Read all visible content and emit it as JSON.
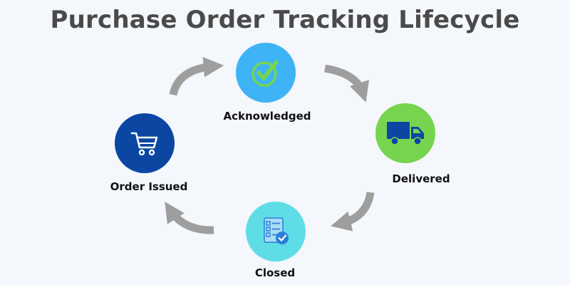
{
  "title": "Purchase Order Tracking Lifecycle",
  "stages": [
    {
      "label": "Acknowledged",
      "icon": "checkmark-icon",
      "color": "#3eb3f5"
    },
    {
      "label": "Delivered",
      "icon": "truck-icon",
      "color": "#76d44e"
    },
    {
      "label": "Closed",
      "icon": "checklist-icon",
      "color": "#5fdde6"
    },
    {
      "label": "Order Issued",
      "icon": "cart-icon",
      "color": "#0b46a3"
    }
  ],
  "colors": {
    "background": "#f4f7fb",
    "title": "#4a4a4a",
    "arrow": "#9e9e9e",
    "check": "#76d44e",
    "truck": "#0b46a3",
    "checklist": "#2a7fd8"
  }
}
